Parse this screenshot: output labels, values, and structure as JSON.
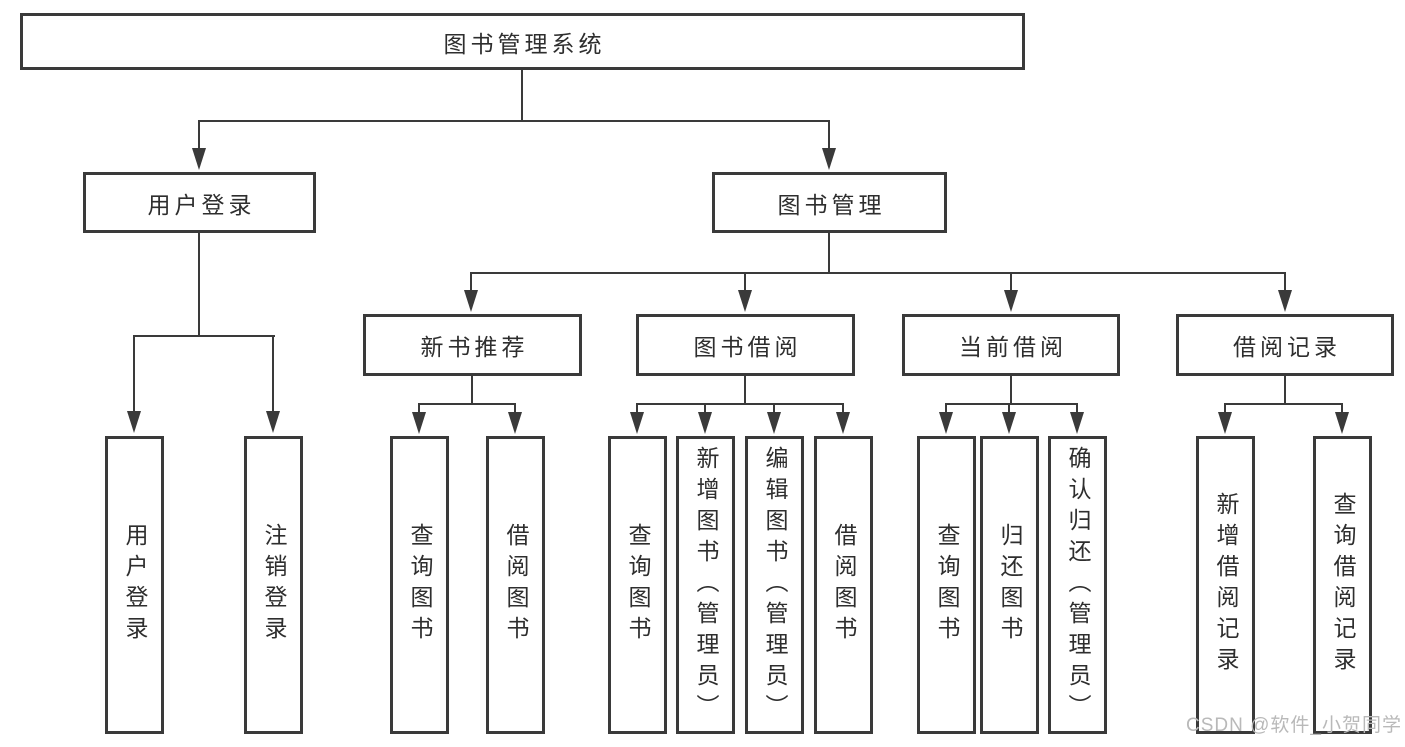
{
  "root": {
    "label": "图书管理系统",
    "children": [
      {
        "label": "用户登录",
        "children": [
          {
            "label": "用户登录"
          },
          {
            "label": "注销登录"
          }
        ]
      },
      {
        "label": "图书管理",
        "children": [
          {
            "label": "新书推荐",
            "children": [
              {
                "label": "查询图书"
              },
              {
                "label": "借阅图书"
              }
            ]
          },
          {
            "label": "图书借阅",
            "children": [
              {
                "label": "查询图书"
              },
              {
                "label": "新增图书（管理员）"
              },
              {
                "label": "编辑图书（管理员）"
              },
              {
                "label": "借阅图书"
              }
            ]
          },
          {
            "label": "当前借阅",
            "children": [
              {
                "label": "查询图书"
              },
              {
                "label": "归还图书"
              },
              {
                "label": "确认归还（管理员）"
              }
            ]
          },
          {
            "label": "借阅记录",
            "children": [
              {
                "label": "新增借阅记录"
              },
              {
                "label": "查询借阅记录"
              }
            ]
          }
        ]
      }
    ]
  },
  "watermark": {
    "text": "CSDN @软件_小贺同学"
  },
  "colors": {
    "line": "#3a3a3a",
    "box_border": "#3a3a3a",
    "text": "#2e2e2e",
    "background": "#ffffff",
    "watermark": "#b9b9b9"
  }
}
